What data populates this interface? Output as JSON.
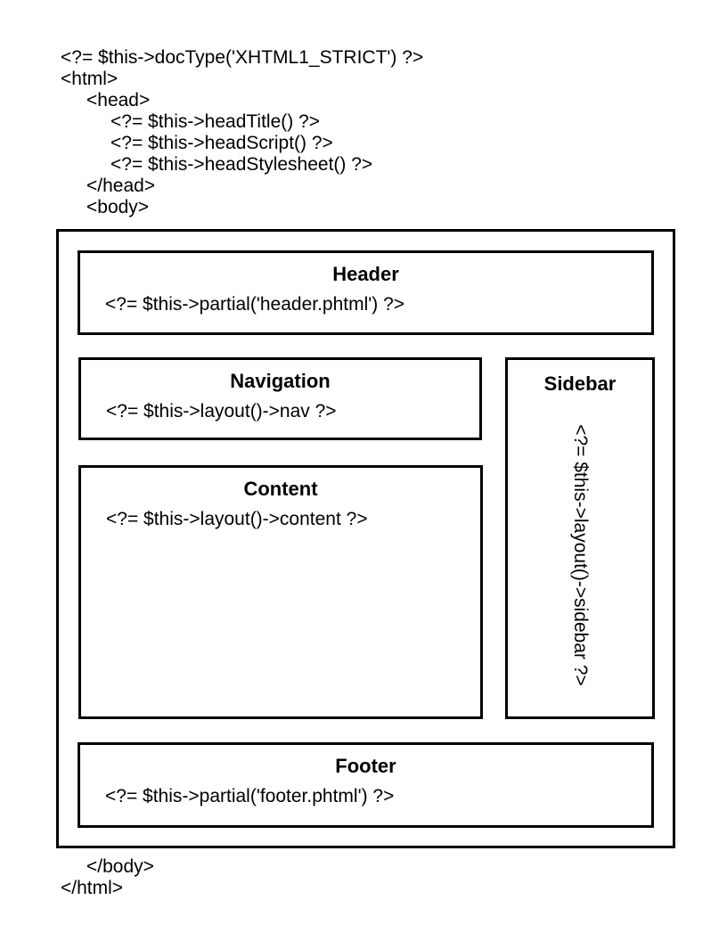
{
  "colors": {
    "foreground": "#000000",
    "background": "#ffffff"
  },
  "top_code": {
    "lines": [
      "<?= $this->docType('XHTML1_STRICT') ?>",
      "<html>",
      "<head>",
      "<?= $this->headTitle() ?>",
      "<?= $this->headScript() ?>",
      "<?= $this->headStylesheet() ?>",
      "</head>",
      "<body>"
    ]
  },
  "boxes": {
    "header": {
      "title": "Header",
      "code": "<?= $this->partial('header.phtml') ?>"
    },
    "navigation": {
      "title": "Navigation",
      "code": "<?= $this->layout()->nav ?>"
    },
    "content": {
      "title": "Content",
      "code": "<?= $this->layout()->content ?>"
    },
    "sidebar": {
      "title": "Sidebar",
      "code": "<?= $this->layout()->sidebar ?>"
    },
    "footer": {
      "title": "Footer",
      "code": "<?= $this->partial('footer.phtml') ?>"
    }
  },
  "bottom_code": {
    "lines": [
      "</body>",
      "</html>"
    ]
  }
}
